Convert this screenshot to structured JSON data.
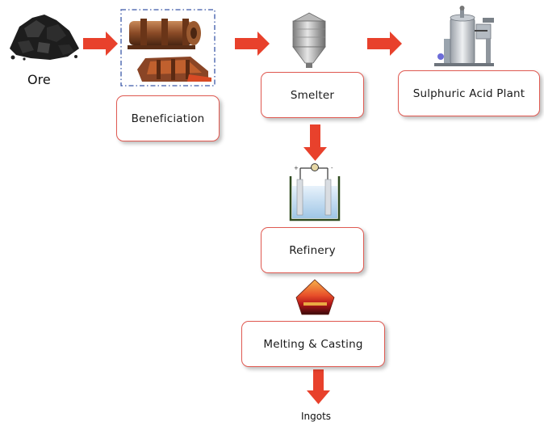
{
  "labels": {
    "ore": "Ore",
    "ingots": "Ingots"
  },
  "steps": {
    "beneficiation": "Beneficiation",
    "smelter": "Smelter",
    "acid_plant": "Sulphuric Acid Plant",
    "refinery": "Refinery",
    "melting_casting": "Melting & Casting"
  },
  "colors": {
    "arrow": "#e8412c",
    "box_border": "#e05a52",
    "dashed_frame": "#3a57a8"
  }
}
